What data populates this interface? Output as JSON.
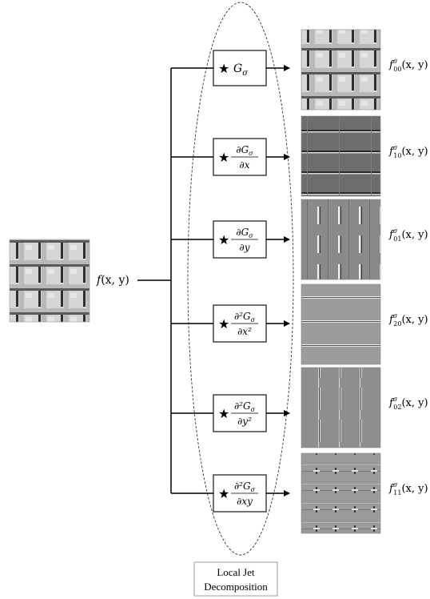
{
  "input": {
    "label_f": "f",
    "label_args": "(x, y)"
  },
  "filters": [
    {
      "id": "g",
      "star": "★",
      "num": "G",
      "sub": "σ",
      "type": "plain"
    },
    {
      "id": "dx",
      "star": "★",
      "num": "∂G",
      "sub": "σ",
      "den": "∂x",
      "type": "frac"
    },
    {
      "id": "dy",
      "star": "★",
      "num": "∂G",
      "sub": "σ",
      "den": "∂y",
      "type": "frac"
    },
    {
      "id": "dxx",
      "star": "★",
      "num": "∂²G",
      "sub": "σ",
      "den": "∂x²",
      "type": "frac"
    },
    {
      "id": "dyy",
      "star": "★",
      "num": "∂²G",
      "sub": "σ",
      "den": "∂y²",
      "type": "frac"
    },
    {
      "id": "dxy",
      "star": "★",
      "num": "∂²G",
      "sub": "σ",
      "den": "∂xy",
      "type": "frac"
    }
  ],
  "outputs": [
    {
      "f": "f",
      "sup": "σ",
      "sub": "00",
      "args": "(x, y)",
      "style": "orig"
    },
    {
      "f": "f",
      "sup": "σ",
      "sub": "10",
      "args": "(x, y)",
      "style": "hlines"
    },
    {
      "f": "f",
      "sup": "σ",
      "sub": "01",
      "args": "(x, y)",
      "style": "vlines"
    },
    {
      "f": "f",
      "sup": "σ",
      "sub": "20",
      "args": "(x, y)",
      "style": "hthin"
    },
    {
      "f": "f",
      "sup": "σ",
      "sub": "02",
      "args": "(x, y)",
      "style": "vthin"
    },
    {
      "f": "f",
      "sup": "σ",
      "sub": "11",
      "args": "(x, y)",
      "style": "cross"
    }
  ],
  "caption": {
    "line1": "Local Jet",
    "line2": "Decomposition"
  }
}
